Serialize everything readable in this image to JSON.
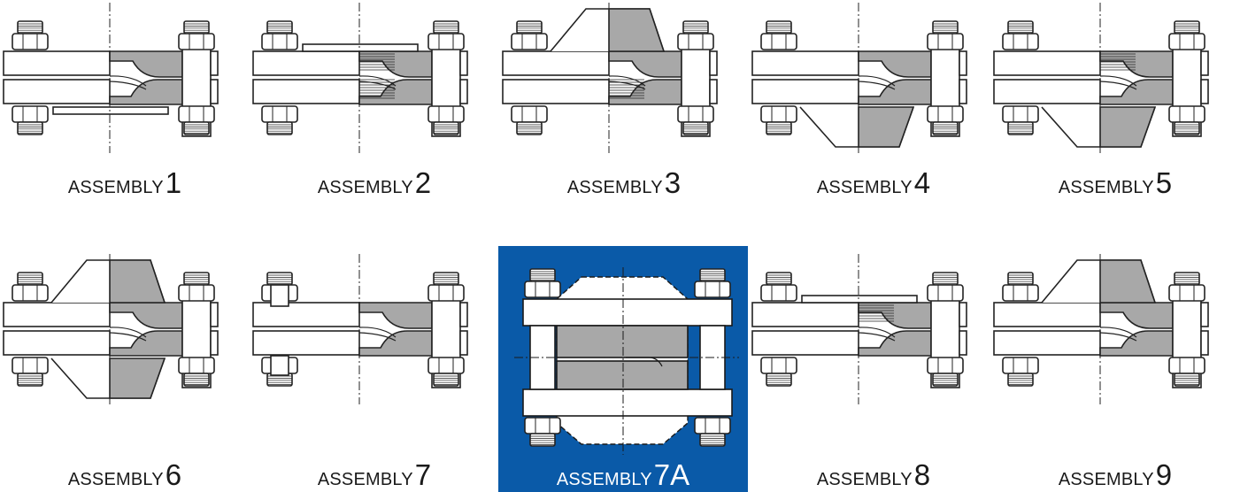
{
  "assemblies": [
    {
      "word": "ASSEMBLY",
      "number": "1"
    },
    {
      "word": "ASSEMBLY",
      "number": "2"
    },
    {
      "word": "ASSEMBLY",
      "number": "3"
    },
    {
      "word": "ASSEMBLY",
      "number": "4"
    },
    {
      "word": "ASSEMBLY",
      "number": "5"
    },
    {
      "word": "ASSEMBLY",
      "number": "6"
    },
    {
      "word": "ASSEMBLY",
      "number": "7"
    },
    {
      "word": "ASSEMBLY",
      "number": "7A"
    },
    {
      "word": "ASSEMBLY",
      "number": "8"
    },
    {
      "word": "ASSEMBLY",
      "number": "9"
    }
  ],
  "selected": "7A",
  "colors": {
    "selected_background": "#0a5aa8",
    "flange_section": "#a8a8a8",
    "outline": "#222222"
  }
}
